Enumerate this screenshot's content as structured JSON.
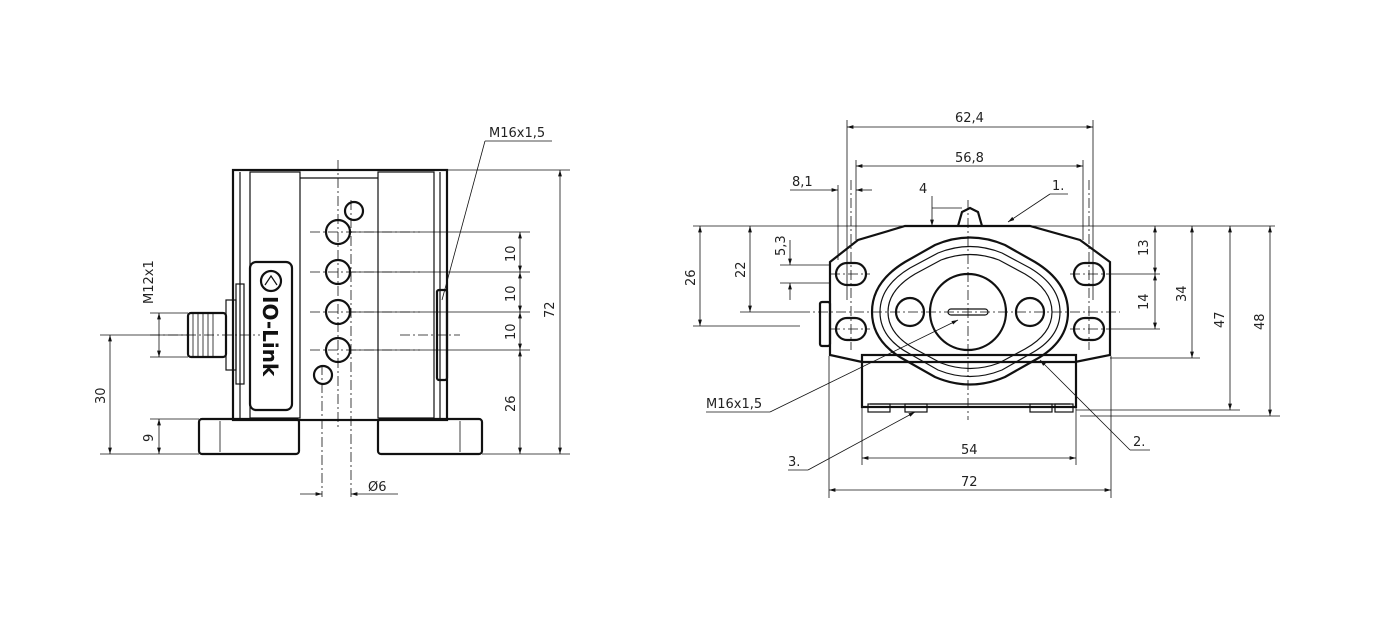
{
  "left_view": {
    "thread_top": "M16x1,5",
    "connector_thread": "M12x1",
    "dim_height_total": "72",
    "dim_pitch_1": "10",
    "dim_pitch_2": "10",
    "dim_pitch_3": "10",
    "dim_lower": "26",
    "dim_connector_height": "30",
    "dim_base": "9",
    "dim_diameter": "Ø6",
    "logo_text": "IO-Link"
  },
  "right_view": {
    "dim_width_outer": "62,4",
    "dim_width_inner": "56,8",
    "dim_8_1": "8,1",
    "dim_4": "4",
    "label_1": "1.",
    "dim_26": "26",
    "dim_22": "22",
    "dim_5_3": "5,3",
    "dim_13": "13",
    "dim_14": "14",
    "dim_34": "34",
    "dim_47": "47",
    "dim_48": "48",
    "thread_bottom": "M16x1,5",
    "label_2": "2.",
    "label_3": "3.",
    "dim_54": "54",
    "dim_72": "72"
  }
}
